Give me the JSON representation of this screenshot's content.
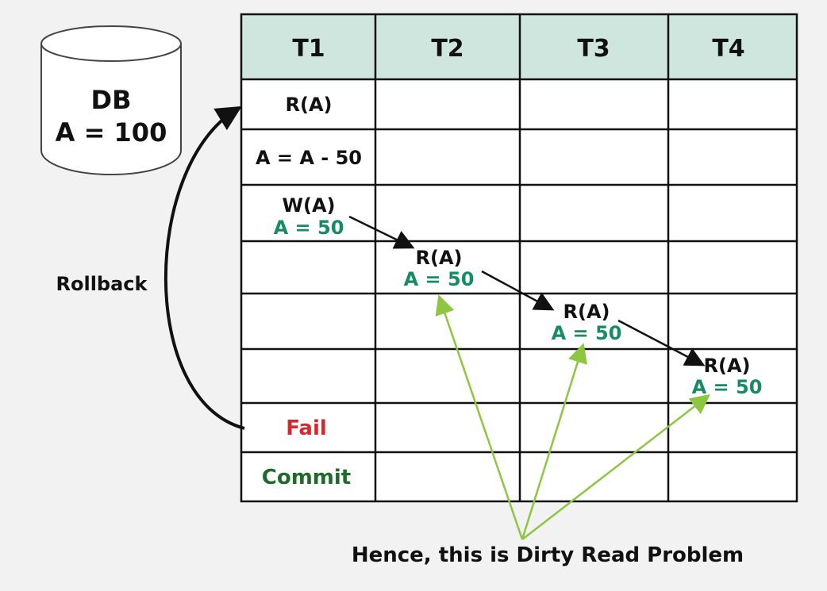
{
  "database": {
    "name": "DB",
    "value_text": "A = 100"
  },
  "table": {
    "headers": [
      "T1",
      "T2",
      "T3",
      "T4"
    ],
    "t1_ops": {
      "read_a": "R(A)",
      "subtract": "A = A - 50",
      "write_a": "W(A)",
      "write_value": "A = 50",
      "fail": "Fail",
      "commit": "Commit"
    },
    "t2_read": {
      "op": "R(A)",
      "value": "A = 50"
    },
    "t3_read": {
      "op": "R(A)",
      "value": "A = 50"
    },
    "t4_read": {
      "op": "R(A)",
      "value": "A = 50"
    }
  },
  "labels": {
    "rollback": "Rollback",
    "caption": "Hence, this is Dirty Read Problem"
  },
  "colors": {
    "header_fill": "#cfe6df",
    "grid": "#111111",
    "value_green": "#178a66",
    "fail_red": "#d9262c",
    "commit_green": "#1f6b2a",
    "arrow_green": "#8dc63f"
  }
}
